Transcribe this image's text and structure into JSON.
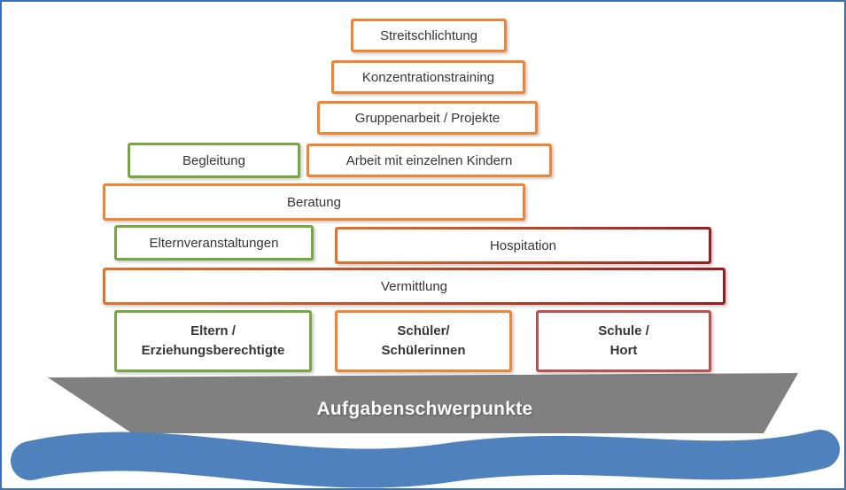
{
  "diagram": {
    "title": "Aufgabenschwerpunkte",
    "boxes": [
      {
        "label": "Streitschlichtung",
        "style": "orange"
      },
      {
        "label": "Konzentrationstraining",
        "style": "orange"
      },
      {
        "label": "Gruppenarbeit / Projekte",
        "style": "orange"
      },
      {
        "label": "Begleitung",
        "style": "green"
      },
      {
        "label": "Arbeit mit einzelnen Kindern",
        "style": "orange"
      },
      {
        "label": "Beratung",
        "style": "orange"
      },
      {
        "label": "Elternveranstaltungen",
        "style": "green"
      },
      {
        "label": "Hospitation",
        "style": "orange-to-darkred-gradient"
      },
      {
        "label": "Vermittlung",
        "style": "orange-to-darkred-gradient"
      }
    ],
    "bottom_boxes": [
      {
        "line1": "Eltern /",
        "line2": "Erziehungsberechtigte",
        "style": "green"
      },
      {
        "line1": "Schüler/",
        "line2": "Schülerinnen",
        "style": "orange"
      },
      {
        "line1": "Schule /",
        "line2": "Hort",
        "style": "muted-red"
      }
    ],
    "colors": {
      "green": "#76A83F",
      "orange": "#EE8434",
      "dark_red": "#9B1C1F",
      "muted_red": "#C0504D",
      "hull_gray": "#808080",
      "water_blue": "#4F81BD",
      "frame_blue": "#3C6FB5"
    }
  }
}
